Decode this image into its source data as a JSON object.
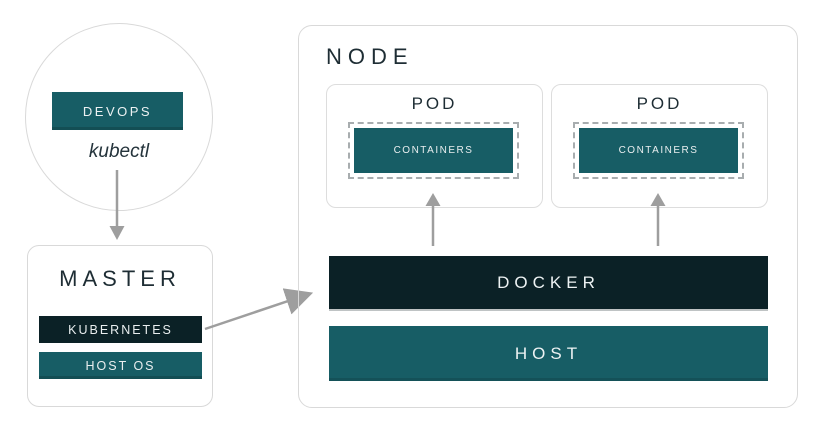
{
  "colors": {
    "teal": "#175d65",
    "dark": "#0b2126",
    "border": "#d9d9d9",
    "arrow": "#9e9e9e",
    "title": "#1e2d34"
  },
  "devops": {
    "box_label": "DEVOPS",
    "caption": "kubectl"
  },
  "master": {
    "title": "MASTER",
    "layers": [
      {
        "label": "KUBERNETES",
        "color": "#0b2126"
      },
      {
        "label": "HOST OS",
        "color": "#175d65"
      }
    ]
  },
  "node": {
    "title": "NODE",
    "pods": [
      {
        "title": "POD",
        "container_label": "CONTAINERS"
      },
      {
        "title": "POD",
        "container_label": "CONTAINERS"
      }
    ],
    "layers": [
      {
        "label": "DOCKER",
        "color": "#0b2126"
      },
      {
        "label": "HOST",
        "color": "#175d65"
      }
    ]
  },
  "arrows": [
    {
      "name": "devops-to-master",
      "direction": "down"
    },
    {
      "name": "master-to-node",
      "direction": "up-right"
    },
    {
      "name": "docker-to-pod-1",
      "direction": "up"
    },
    {
      "name": "docker-to-pod-2",
      "direction": "up"
    }
  ]
}
